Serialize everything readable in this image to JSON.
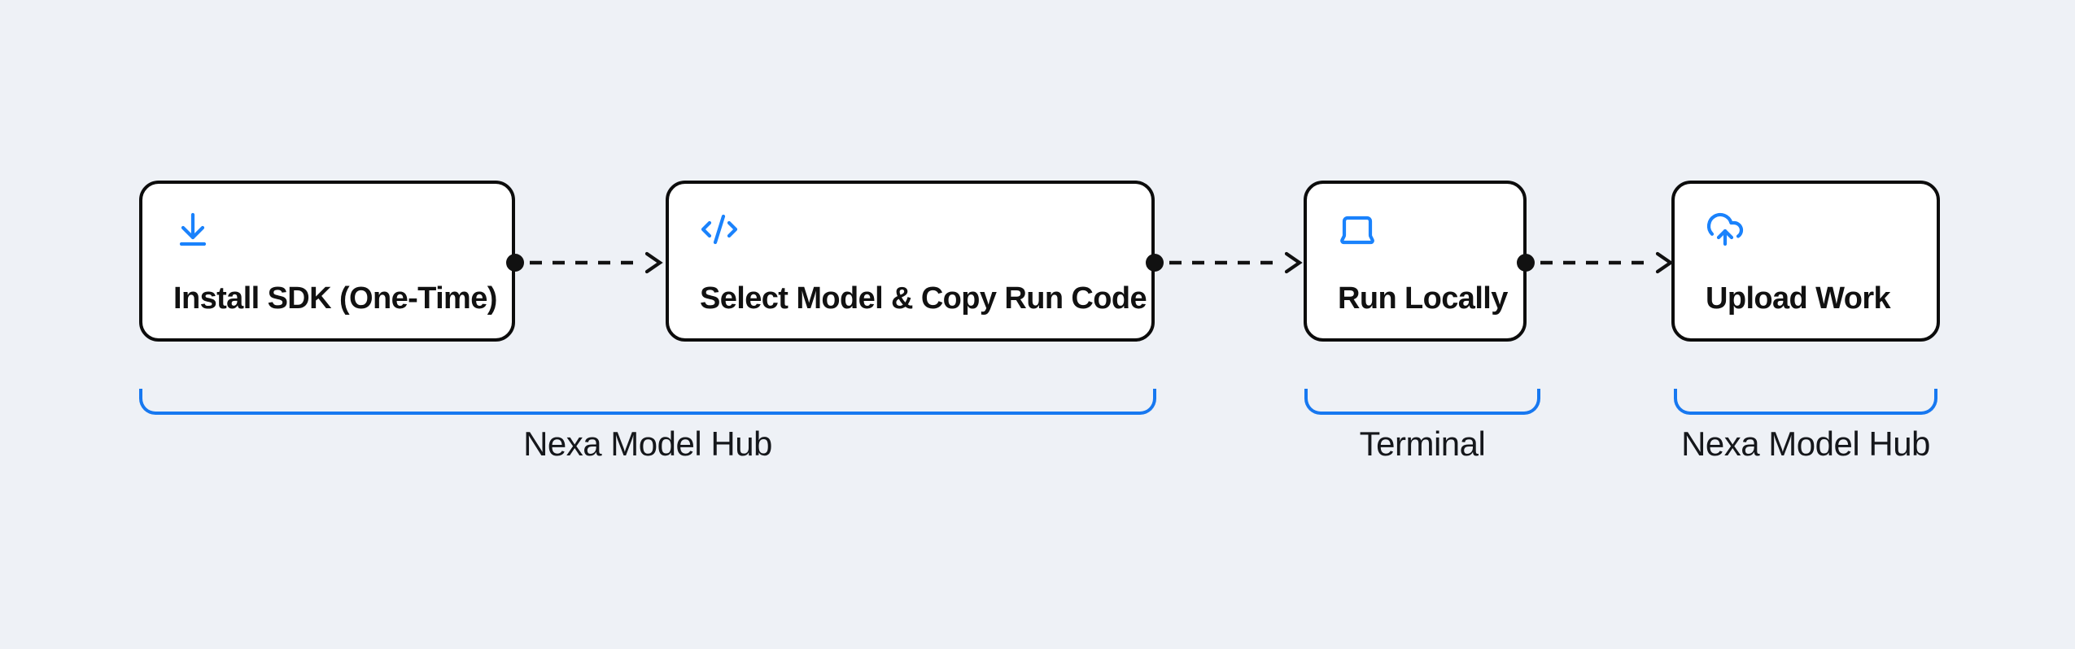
{
  "page": {
    "background_color": "#eef1f6"
  },
  "diagram": {
    "type": "workflow-flowchart",
    "colors": {
      "icon_accent": "#1a82fc",
      "brace_accent": "#1778f0",
      "box_border": "#0c0c0c",
      "box_fill": "#ffffff",
      "text": "#111111",
      "connector": "#111111"
    },
    "steps": [
      {
        "label": "Install SDK (One-Time)",
        "icon": "download-icon"
      },
      {
        "label": "Select Model & Copy Run Code",
        "icon": "code-icon"
      },
      {
        "label": "Run Locally",
        "icon": "laptop-icon"
      },
      {
        "label": "Upload Work",
        "icon": "cloud-upload-icon"
      }
    ],
    "connectors": [
      {
        "from": "Install SDK (One-Time)",
        "to": "Select Model & Copy Run Code",
        "style": "dashed-arrow-with-dot"
      },
      {
        "from": "Select Model & Copy Run Code",
        "to": "Run Locally",
        "style": "dashed-arrow-with-dot"
      },
      {
        "from": "Run Locally",
        "to": "Upload Work",
        "style": "dashed-arrow-with-dot"
      }
    ],
    "groups": [
      {
        "label": "Nexa Model Hub",
        "covers": [
          "Install SDK (One-Time)",
          "Select Model & Copy Run Code"
        ]
      },
      {
        "label": "Terminal",
        "covers": [
          "Run Locally"
        ]
      },
      {
        "label": "Nexa Model Hub",
        "covers": [
          "Upload Work"
        ]
      }
    ]
  }
}
